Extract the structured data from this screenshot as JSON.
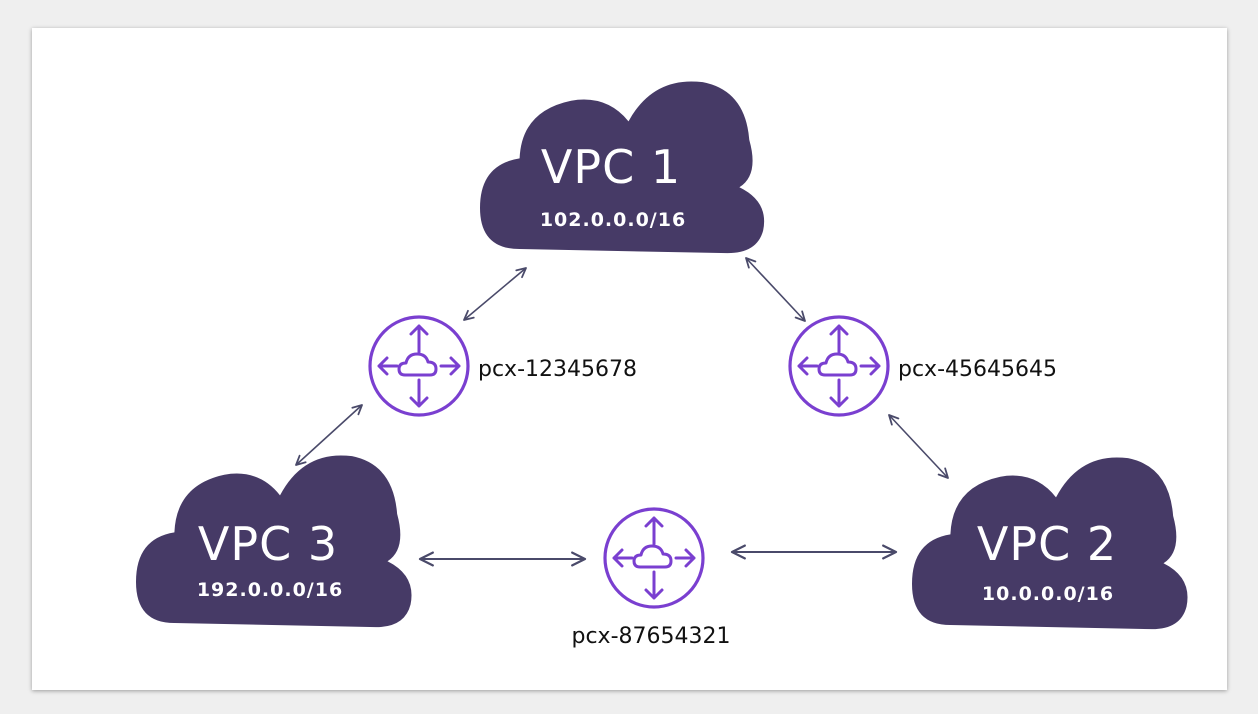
{
  "colors": {
    "cloud": "#463a66",
    "accent": "#7a3fd0",
    "connector": "#4a4a6a",
    "background": "#ffffff"
  },
  "icons": {
    "peering": "cloud-with-four-arrows-icon",
    "vpc": "cloud-icon"
  },
  "vpcs": [
    {
      "id": "vpc1",
      "title": "VPC 1",
      "cidr": "102.0.0.0/16"
    },
    {
      "id": "vpc2",
      "title": "VPC 2",
      "cidr": "10.0.0.0/16"
    },
    {
      "id": "vpc3",
      "title": "VPC 3",
      "cidr": "192.0.0.0/16"
    }
  ],
  "peerings": [
    {
      "id": "pcx-a",
      "label": "pcx-12345678",
      "connects": [
        "VPC 1",
        "VPC 3"
      ]
    },
    {
      "id": "pcx-b",
      "label": "pcx-45645645",
      "connects": [
        "VPC 1",
        "VPC 2"
      ]
    },
    {
      "id": "pcx-c",
      "label": "pcx-87654321",
      "connects": [
        "VPC 3",
        "VPC 2"
      ]
    }
  ]
}
